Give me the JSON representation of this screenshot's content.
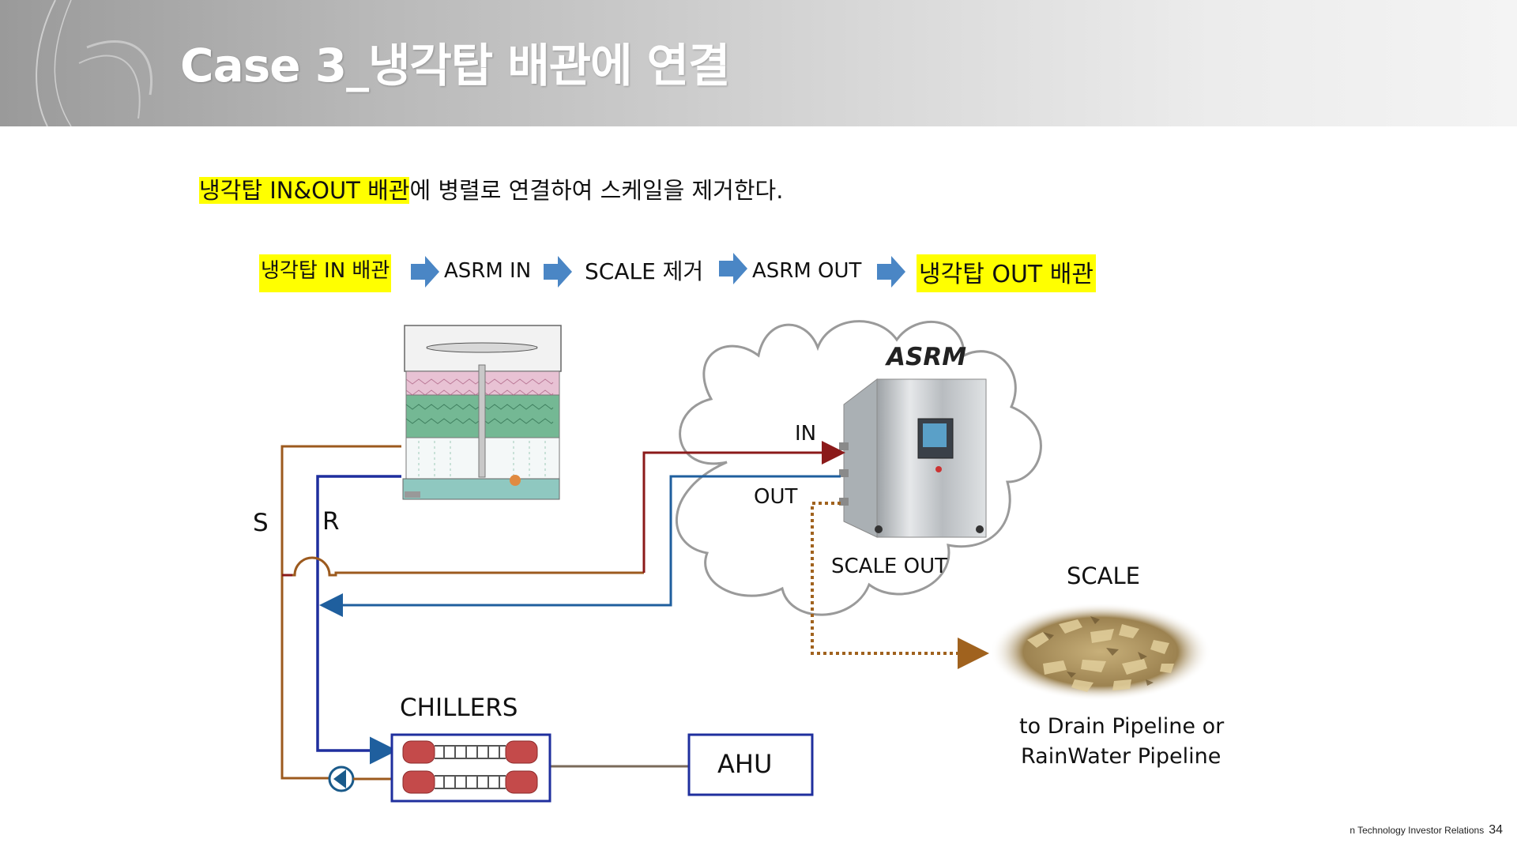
{
  "slide": {
    "title": "Case 3_냉각탑 배관에 연결",
    "intro_highlight": "냉각탑 IN&OUT 배관",
    "intro_rest": "에 병렬로 연결하여 스케일을 제거한다."
  },
  "flow": {
    "step1": "냉각탑 IN 배관",
    "step2": "ASRM IN",
    "step3": "SCALE 제거",
    "step4": "ASRM OUT",
    "step5": "냉각탑 OUT 배관"
  },
  "diagram": {
    "asrm": "ASRM",
    "in": "IN",
    "out": "OUT",
    "scale_out": "SCALE OUT",
    "scale": "SCALE",
    "drain_line1": "to Drain Pipeline or",
    "drain_line2": "RainWater Pipeline",
    "s": "S",
    "r": "R",
    "chillers": "CHILLERS",
    "ahu": "AHU"
  },
  "footer": {
    "text": "n Technology  Investor Relations",
    "page": "34"
  },
  "colors": {
    "supply_pipe": "#9c5a1e",
    "supply_pipe_in": "#8b1a1a",
    "return_pipe": "#1f2f9e",
    "return_pipe_out": "#1f5f9e",
    "scale_line": "#a0621e",
    "highlight": "#ffff00",
    "flow_arrow": "#4a86c5"
  }
}
